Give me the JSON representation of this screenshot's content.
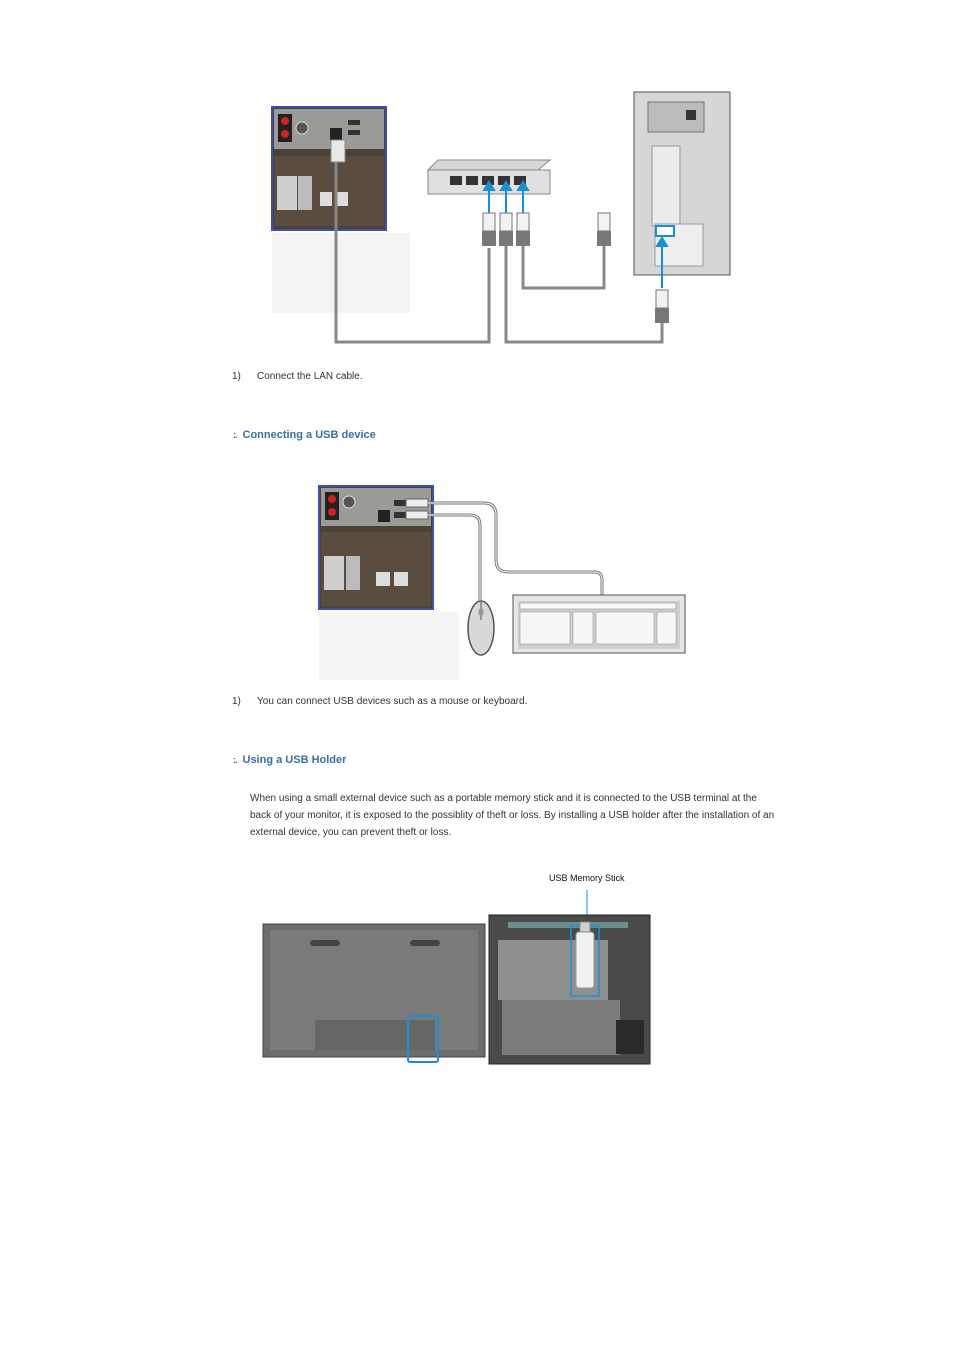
{
  "lan_section": {
    "step_number": "1)",
    "step_text": "Connect the LAN cable."
  },
  "usb_device_section": {
    "bullet": ":.",
    "heading": "Connecting a USB device",
    "step_number": "1)",
    "step_text": "You can connect USB devices such as a mouse or keyboard."
  },
  "usb_holder_section": {
    "bullet": ":.",
    "heading": "Using a USB Holder",
    "paragraph": "When using a small external device such as a portable memory stick and it is connected to the USB terminal at the back of your monitor, it is exposed to the possiblity of theft or loss. By installing a USB holder after the installation of an external device, you can prevent theft or loss.",
    "callout_label": "USB Memory Stick"
  },
  "colors": {
    "accent_blue": "#3a6ea5",
    "highlight_blue": "#1a8fd6",
    "panel_border": "#3c4fb0"
  }
}
